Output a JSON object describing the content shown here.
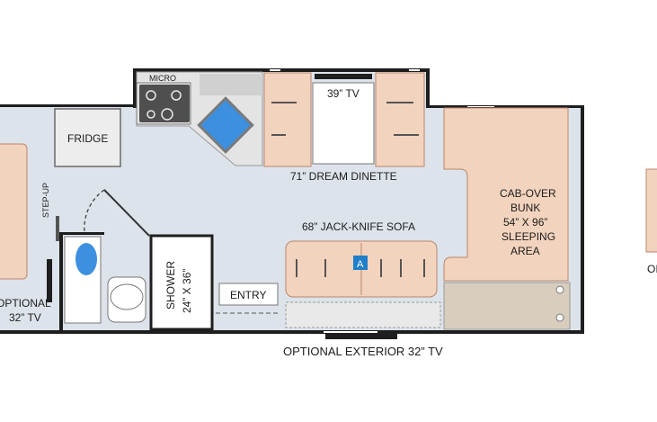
{
  "floorplan": {
    "labels": {
      "micro": "MICRO",
      "fridge": "FRIDGE",
      "step_up": "STEP-UP",
      "tv_39": "39” TV",
      "dinette": "71” DREAM DINETTE",
      "sofa": "68” JACK-KNIFE SOFA",
      "sofa_badge": "A",
      "cabover_line1": "CAB-OVER",
      "cabover_line2": "BUNK",
      "cabover_line3": "54” X 96”",
      "cabover_line4": "SLEEPING",
      "cabover_line5": "AREA",
      "shower_line1": "SHOWER",
      "shower_line2": "24” X 36”",
      "entry": "ENTRY",
      "opt_tv_line1": "OPTIONAL",
      "opt_tv_line2": "32” TV",
      "ext_tv": "OPTIONAL EXTERIOR 32” TV",
      "right_fragment": "OI"
    },
    "colors": {
      "floor": "#dde3ea",
      "wall": "#1e1e1e",
      "upholstery": "#f2d3bd",
      "upholstery_line": "#b9876a",
      "counter": "#d6d6d6",
      "appliance": "#5a5a5a",
      "sink": "#3d8fe0",
      "badge": "#1f7fc9",
      "cabover_floor": "#d9cdbe"
    }
  }
}
